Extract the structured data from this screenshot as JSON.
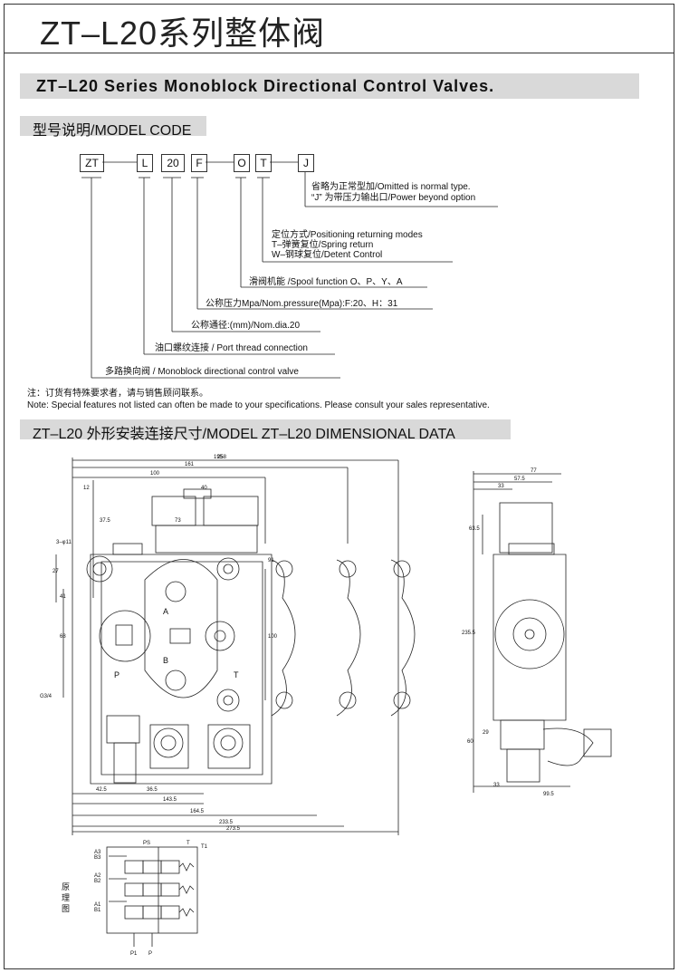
{
  "page": {
    "title": "ZT–L20系列整体阀",
    "banner": "ZT–L20 Series Monoblock Directional Control Valves."
  },
  "model_code": {
    "heading": "型号说明/MODEL CODE",
    "boxes": [
      "ZT",
      "L",
      "20",
      "F",
      "O",
      "T",
      "J"
    ],
    "descriptions": [
      {
        "line1": "省略为正常型加/Omitted is normal type.",
        "line2": "“J” 为带压力输出口/Power beyond option"
      },
      {
        "line1": "定位方式/Positioning returning modes",
        "line2": "T–弹簧复位/Spring return",
        "line3": "W–钢球复位/Detent Control"
      },
      {
        "line1": "滑阀机能 /Spool function O、P、Y、A"
      },
      {
        "line1": "公称压力Mpa/Nom.pressure(Mpa):F:20、H：31"
      },
      {
        "line1": "公称通径:(mm)/Nom.dia.20"
      },
      {
        "line1": "油口螺纹连接 / Port thread connection"
      },
      {
        "line1": "多路换向阀  / Monoblock directional control valve"
      }
    ],
    "note_cn": "注：订货有特殊要求者，请与销售顾问联系。",
    "note_en": "Note: Special features not listed can often be made to your specifications. Please consult your sales representative."
  },
  "dimensional": {
    "heading": "ZT–L20 外形安装连接尺寸/MODEL ZT–L20 DIMENSIONAL DATA",
    "front_dims": [
      "258",
      "161",
      "195",
      "100",
      "12",
      "40",
      "37.5",
      "73",
      "3–φ11",
      "27",
      "91",
      "41",
      "68",
      "100",
      "G3/4",
      "42.5",
      "36.5",
      "143.5",
      "164.5",
      "233.5",
      "273.5"
    ],
    "port_labels": [
      "A",
      "B",
      "P",
      "T"
    ],
    "side_dims": [
      "77",
      "57.5",
      "33",
      "63.5",
      "235.5",
      "29",
      "60",
      "33",
      "99.5"
    ],
    "schematic_labels": [
      "PS",
      "T",
      "T1",
      "A3",
      "B3",
      "A2",
      "B2",
      "A1",
      "B1",
      "P1",
      "P",
      "原",
      "理",
      "图"
    ]
  }
}
